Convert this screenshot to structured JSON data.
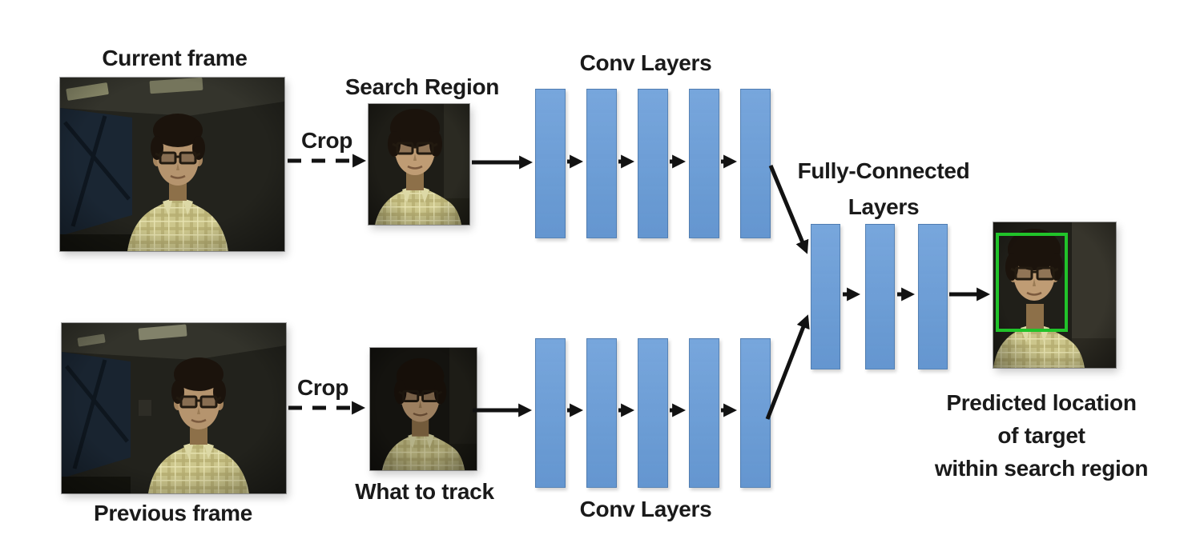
{
  "figure": {
    "conv_layers_per_branch": 5,
    "fully_connected_layer_count": 3
  },
  "labels": {
    "current_frame": "Current frame",
    "previous_frame": "Previous frame",
    "crop_top": "Crop",
    "crop_bottom": "Crop",
    "search_region": "Search Region",
    "what_to_track": "What to track",
    "conv_layers_top": "Conv Layers",
    "conv_layers_bottom": "Conv Layers",
    "fully_connected_line1": "Fully-Connected",
    "fully_connected_line2": "Layers",
    "predicted_line1": "Predicted location",
    "predicted_line2": "of target",
    "predicted_line3": "within search region"
  },
  "colors": {
    "layer_blue": "#689cd8",
    "bbox_green": "#21c32a",
    "arrow_black": "#121212",
    "canvas_bg": "#ffffff",
    "text_color": "#1a1a1a"
  }
}
